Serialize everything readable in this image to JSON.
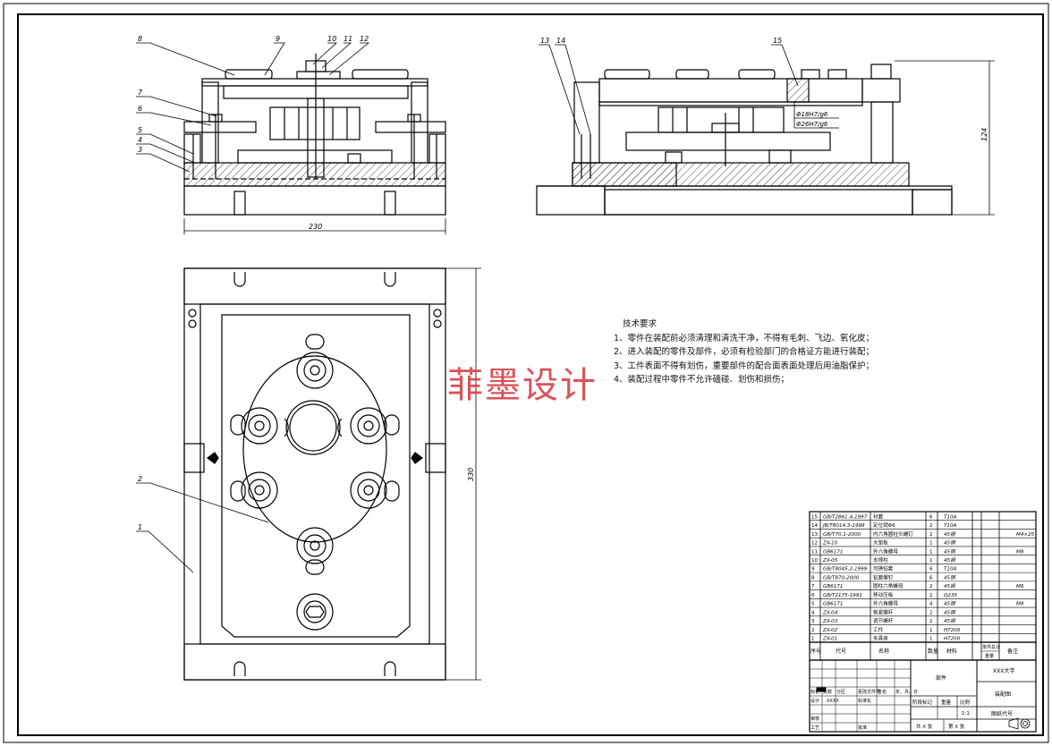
{
  "dimensions": {
    "top_width": "230",
    "plan_height": "330",
    "side_height": "124",
    "fit1": "Φ18H7/g6",
    "fit2": "Φ26H7/g6"
  },
  "callouts": {
    "front": [
      "8",
      "9",
      "10",
      "11",
      "12",
      "7",
      "6",
      "5",
      "4",
      "3"
    ],
    "side": [
      "13",
      "14",
      "15"
    ],
    "plan": [
      "2",
      "1"
    ]
  },
  "tech_requirements": {
    "title": "技术要求",
    "items": [
      "1、零件在装配前必须清理和清洗干净，不得有毛刺、飞边、氧化皮；",
      "2、进入装配的零件及部件，必须有检验部门的合格证方能进行装配；",
      "3、工件表面不得有划伤，重要部件的配合面表面处理后用油脂保护；",
      "4、装配过程中零件不允许磕碰、划伤和损伤；"
    ]
  },
  "watermark": "菲墨设计",
  "bom": {
    "rows": [
      {
        "no": "15",
        "code": "GB/T2861.4-1997",
        "name": "衬套",
        "qty": "6",
        "mat": "T10A",
        "note": ""
      },
      {
        "no": "14",
        "code": "JB/T8014.3-1999",
        "name": "定位销Φ6",
        "qty": "2",
        "mat": "T10A",
        "note": ""
      },
      {
        "no": "13",
        "code": "GB/T70.1-2000",
        "name": "内六角圆柱头螺钉",
        "qty": "2",
        "mat": "45钢",
        "note": "M4×25"
      },
      {
        "no": "12",
        "code": "ZX-10",
        "name": "大垫板",
        "qty": "1",
        "mat": "45钢",
        "note": ""
      },
      {
        "no": "11",
        "code": "GB6171",
        "name": "外六角螺母",
        "qty": "1",
        "mat": "45钢",
        "note": "M8"
      },
      {
        "no": "10",
        "code": "ZX-05",
        "name": "支撑柱",
        "qty": "1",
        "mat": "45钢",
        "note": ""
      },
      {
        "no": "9",
        "code": "GB/T8045.2-1999",
        "name": "可换钻套",
        "qty": "6",
        "mat": "T10A",
        "note": ""
      },
      {
        "no": "8",
        "code": "GB/T870-2000",
        "name": "钻套螺钉",
        "qty": "6",
        "mat": "45钢",
        "note": ""
      },
      {
        "no": "7",
        "code": "GB6171",
        "name": "圆柱六角螺母",
        "qty": "2",
        "mat": "45钢",
        "note": "M6"
      },
      {
        "no": "6",
        "code": "GB/T2175-1991",
        "name": "移动压板",
        "qty": "2",
        "mat": "Q235",
        "note": ""
      },
      {
        "no": "5",
        "code": "GB6171",
        "name": "外六角螺母",
        "qty": "4",
        "mat": "45钢",
        "note": "M8"
      },
      {
        "no": "4",
        "code": "ZX-04",
        "name": "锁紧螺杆",
        "qty": "2",
        "mat": "45钢",
        "note": ""
      },
      {
        "no": "3",
        "code": "ZX-03",
        "name": "调节螺杆",
        "qty": "2",
        "mat": "45钢",
        "note": ""
      },
      {
        "no": "2",
        "code": "ZX-02",
        "name": "工件",
        "qty": "1",
        "mat": "HT200",
        "note": ""
      },
      {
        "no": "1",
        "code": "ZX-01",
        "name": "夹具体",
        "qty": "1",
        "mat": "HT200",
        "note": ""
      }
    ],
    "header": {
      "no": "序号",
      "code": "代号",
      "name": "名称",
      "qty": "数量",
      "mat": "材料",
      "unit_w": "单件",
      "total_w": "总计",
      "weight": "重量",
      "note": "备注"
    }
  },
  "title_block": {
    "school": "XXX大学",
    "drawing_name": "装配图",
    "part_label": "部件",
    "stage_mark": "阶段标记",
    "weight": "重量",
    "scale": "比例",
    "scale_value": "1:1",
    "drawing_no": "图纸代号",
    "sheet_total": "共 X 张",
    "sheet_no": "第 X 张",
    "rev_marks": [
      "标记",
      "处数",
      "分区",
      "更改文件号",
      "签名",
      "年、月、日"
    ],
    "design": "设计",
    "design_name": "XXXX",
    "standardize": "标准化",
    "review": "审核",
    "process": "工艺",
    "approve": "批准"
  },
  "colors": {
    "line": "#000000",
    "hatch": "#333333",
    "watermark": "#d9434a"
  }
}
